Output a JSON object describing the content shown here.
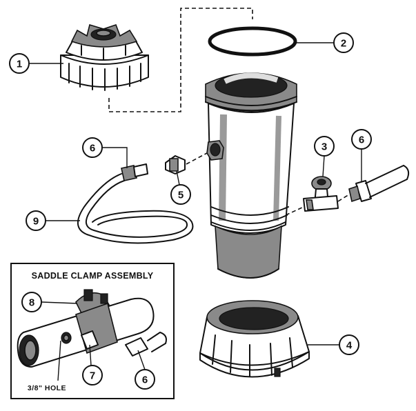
{
  "callouts": {
    "c1": "1",
    "c2": "2",
    "c3": "3",
    "c4": "4",
    "c5": "5",
    "c6a": "6",
    "c6b": "6",
    "c6c": "6",
    "c7": "7",
    "c8": "8",
    "c9": "9"
  },
  "inset": {
    "title": "SADDLE CLAMP ASSEMBLY",
    "hole_label": "3/8\" HOLE"
  }
}
